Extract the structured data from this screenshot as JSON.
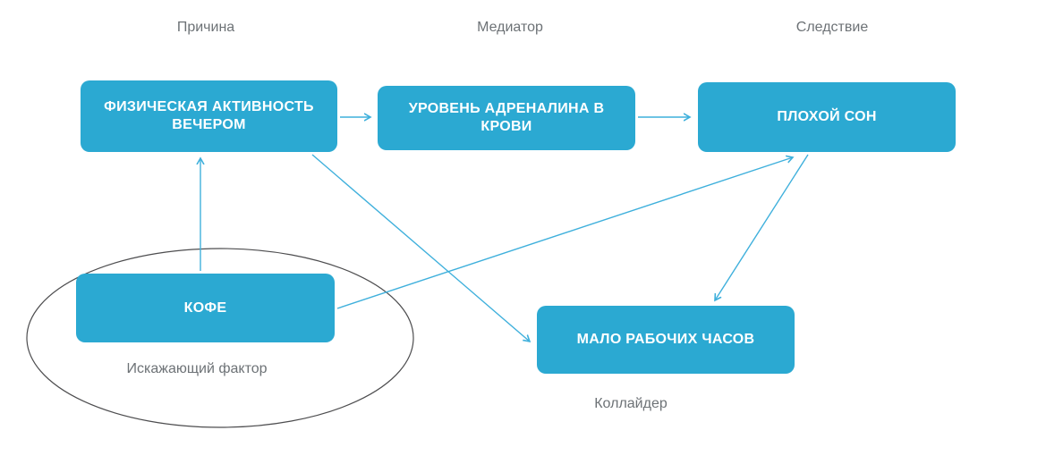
{
  "diagram": {
    "column_labels": {
      "cause": "Причина",
      "mediator": "Медиатор",
      "effect": "Следствие"
    },
    "nodes": {
      "physical_activity": "ФИЗИЧЕСКАЯ АКТИВНОСТЬ\nВЕЧЕРОМ",
      "adrenaline": "УРОВЕНЬ АДРЕНАЛИНА В КРОВИ",
      "bad_sleep": "ПЛОХОЙ СОН",
      "coffee": "КОФЕ",
      "few_work_hours": "МАЛО РАБОЧИХ ЧАСОВ"
    },
    "annotations": {
      "confounder": "Искажающий фактор",
      "collider": "Коллайдер"
    },
    "colors": {
      "background": "#FFFFFF",
      "node_fill": "#2BA9D2",
      "node_text": "#FFFFFF",
      "arrow": "#3FB0DC",
      "label_text": "#6D7276",
      "ellipse_stroke": "#4D4D4F"
    }
  }
}
